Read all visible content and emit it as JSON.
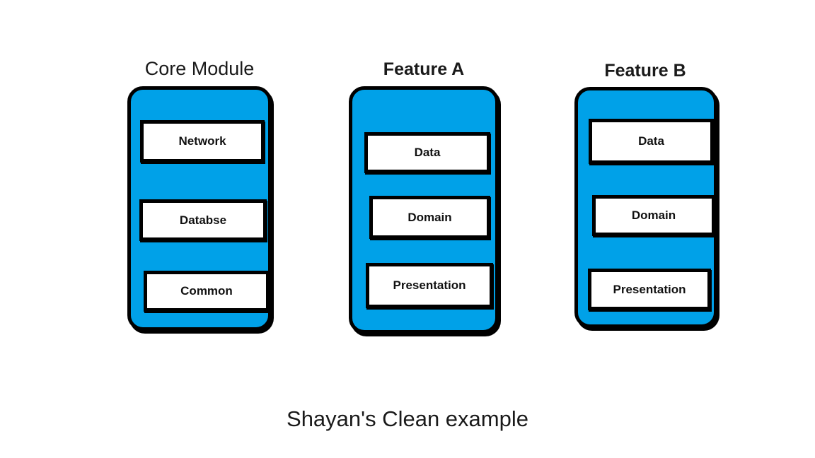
{
  "diagram": {
    "caption": "Shayan's Clean example",
    "colors": {
      "module_fill": "#00A1E8",
      "border": "#000000",
      "box_fill": "#FFFFFF",
      "text": "#1A1A1A"
    },
    "modules": [
      {
        "title": "Core Module",
        "boxes": [
          "Network",
          "Databse",
          "Common"
        ]
      },
      {
        "title": "Feature A",
        "boxes": [
          "Data",
          "Domain",
          "Presentation"
        ]
      },
      {
        "title": "Feature B",
        "boxes": [
          "Data",
          "Domain",
          "Presentation"
        ]
      }
    ]
  }
}
